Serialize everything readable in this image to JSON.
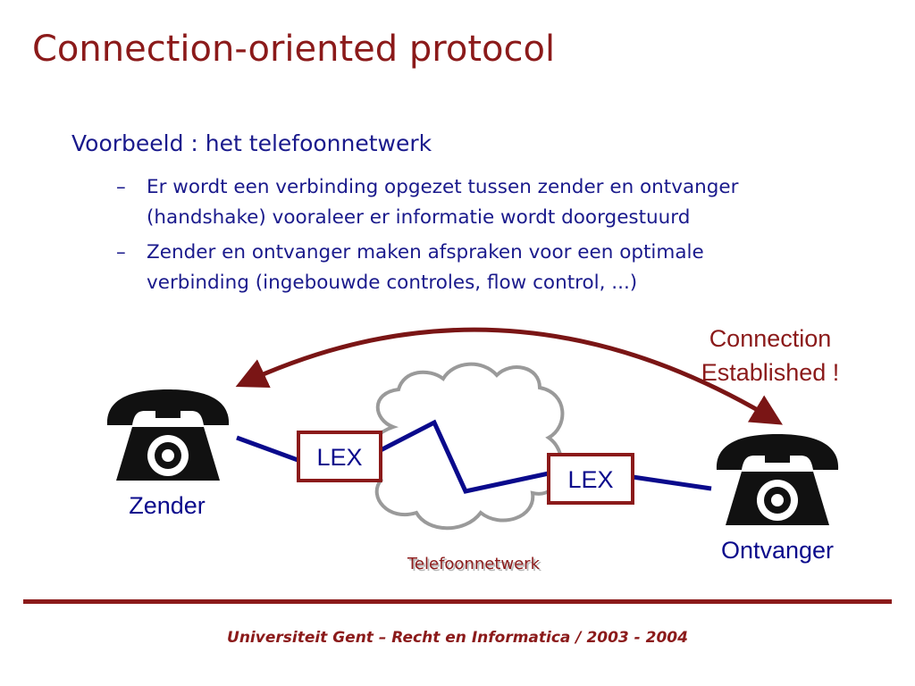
{
  "slide": {
    "title": "Connection-oriented protocol",
    "bullet": "Voorbeeld : het telefoonnetwerk",
    "sub_bullets": [
      {
        "dash": "–",
        "lines": [
          "Er wordt een verbinding opgezet tussen zender en ontvanger",
          "(handshake) vooraleer er informatie wordt doorgestuurd"
        ]
      },
      {
        "dash": "–",
        "lines": [
          "Zender en ontvanger maken afspraken voor een optimale",
          "verbinding (ingebouwde controles, flow control, ...)"
        ]
      }
    ]
  },
  "diagram": {
    "connection_label": [
      "Connection",
      "Established !"
    ],
    "sender_label": "Zender",
    "receiver_label": "Ontvanger",
    "switch_left": "LEX",
    "switch_right": "LEX",
    "network_label": "Telefoonnetwerk",
    "colors": {
      "accent_red": "#8b1a1a",
      "link_blue": "#0a0a8c",
      "cloud_gray": "#9a9a9a",
      "phone_black": "#111111"
    },
    "icons": [
      "telephone-icon",
      "telephone-icon",
      "cloud-icon",
      "double-arrow-icon"
    ]
  },
  "footer": {
    "text": "Universiteit Gent – Recht en Informatica / 2003 - 2004"
  }
}
